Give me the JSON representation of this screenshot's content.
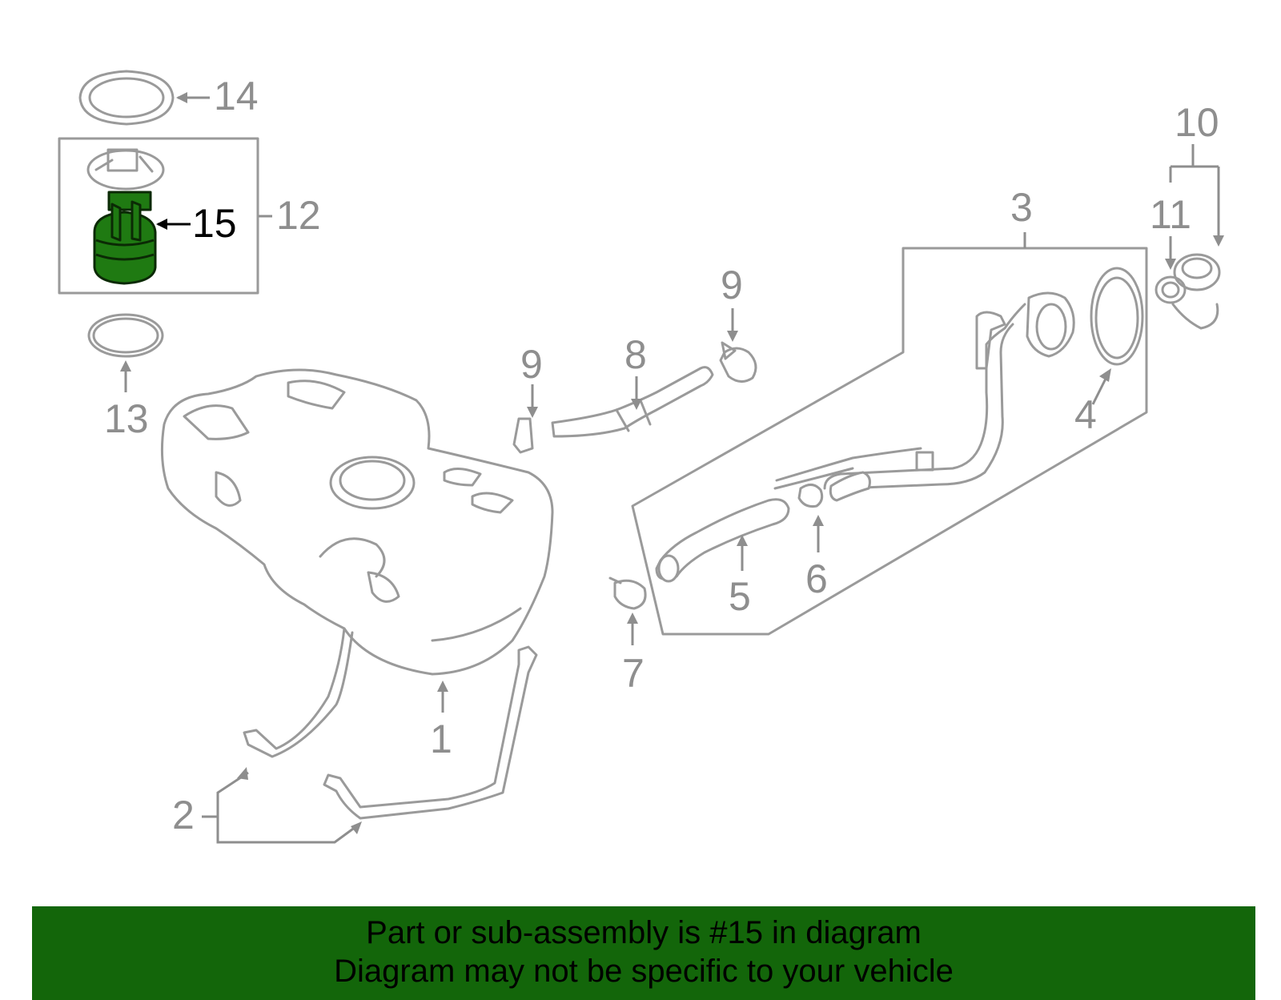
{
  "diagram": {
    "callouts": [
      {
        "id": "1",
        "label": "1"
      },
      {
        "id": "2",
        "label": "2"
      },
      {
        "id": "3",
        "label": "3"
      },
      {
        "id": "4",
        "label": "4"
      },
      {
        "id": "5",
        "label": "5"
      },
      {
        "id": "6",
        "label": "6"
      },
      {
        "id": "7",
        "label": "7"
      },
      {
        "id": "8",
        "label": "8"
      },
      {
        "id": "9a",
        "label": "9"
      },
      {
        "id": "9b",
        "label": "9"
      },
      {
        "id": "10",
        "label": "10"
      },
      {
        "id": "11",
        "label": "11"
      },
      {
        "id": "12",
        "label": "12"
      },
      {
        "id": "13",
        "label": "13"
      },
      {
        "id": "14",
        "label": "14"
      },
      {
        "id": "15",
        "label": "15"
      }
    ],
    "highlighted_part": "15",
    "highlight_color": "#1f7a12",
    "line_color": "#9a9a9a"
  },
  "banner": {
    "line1": "Part or sub-assembly is #15 in diagram",
    "line2": "Diagram may not be specific to your vehicle",
    "background": "#13660a"
  }
}
